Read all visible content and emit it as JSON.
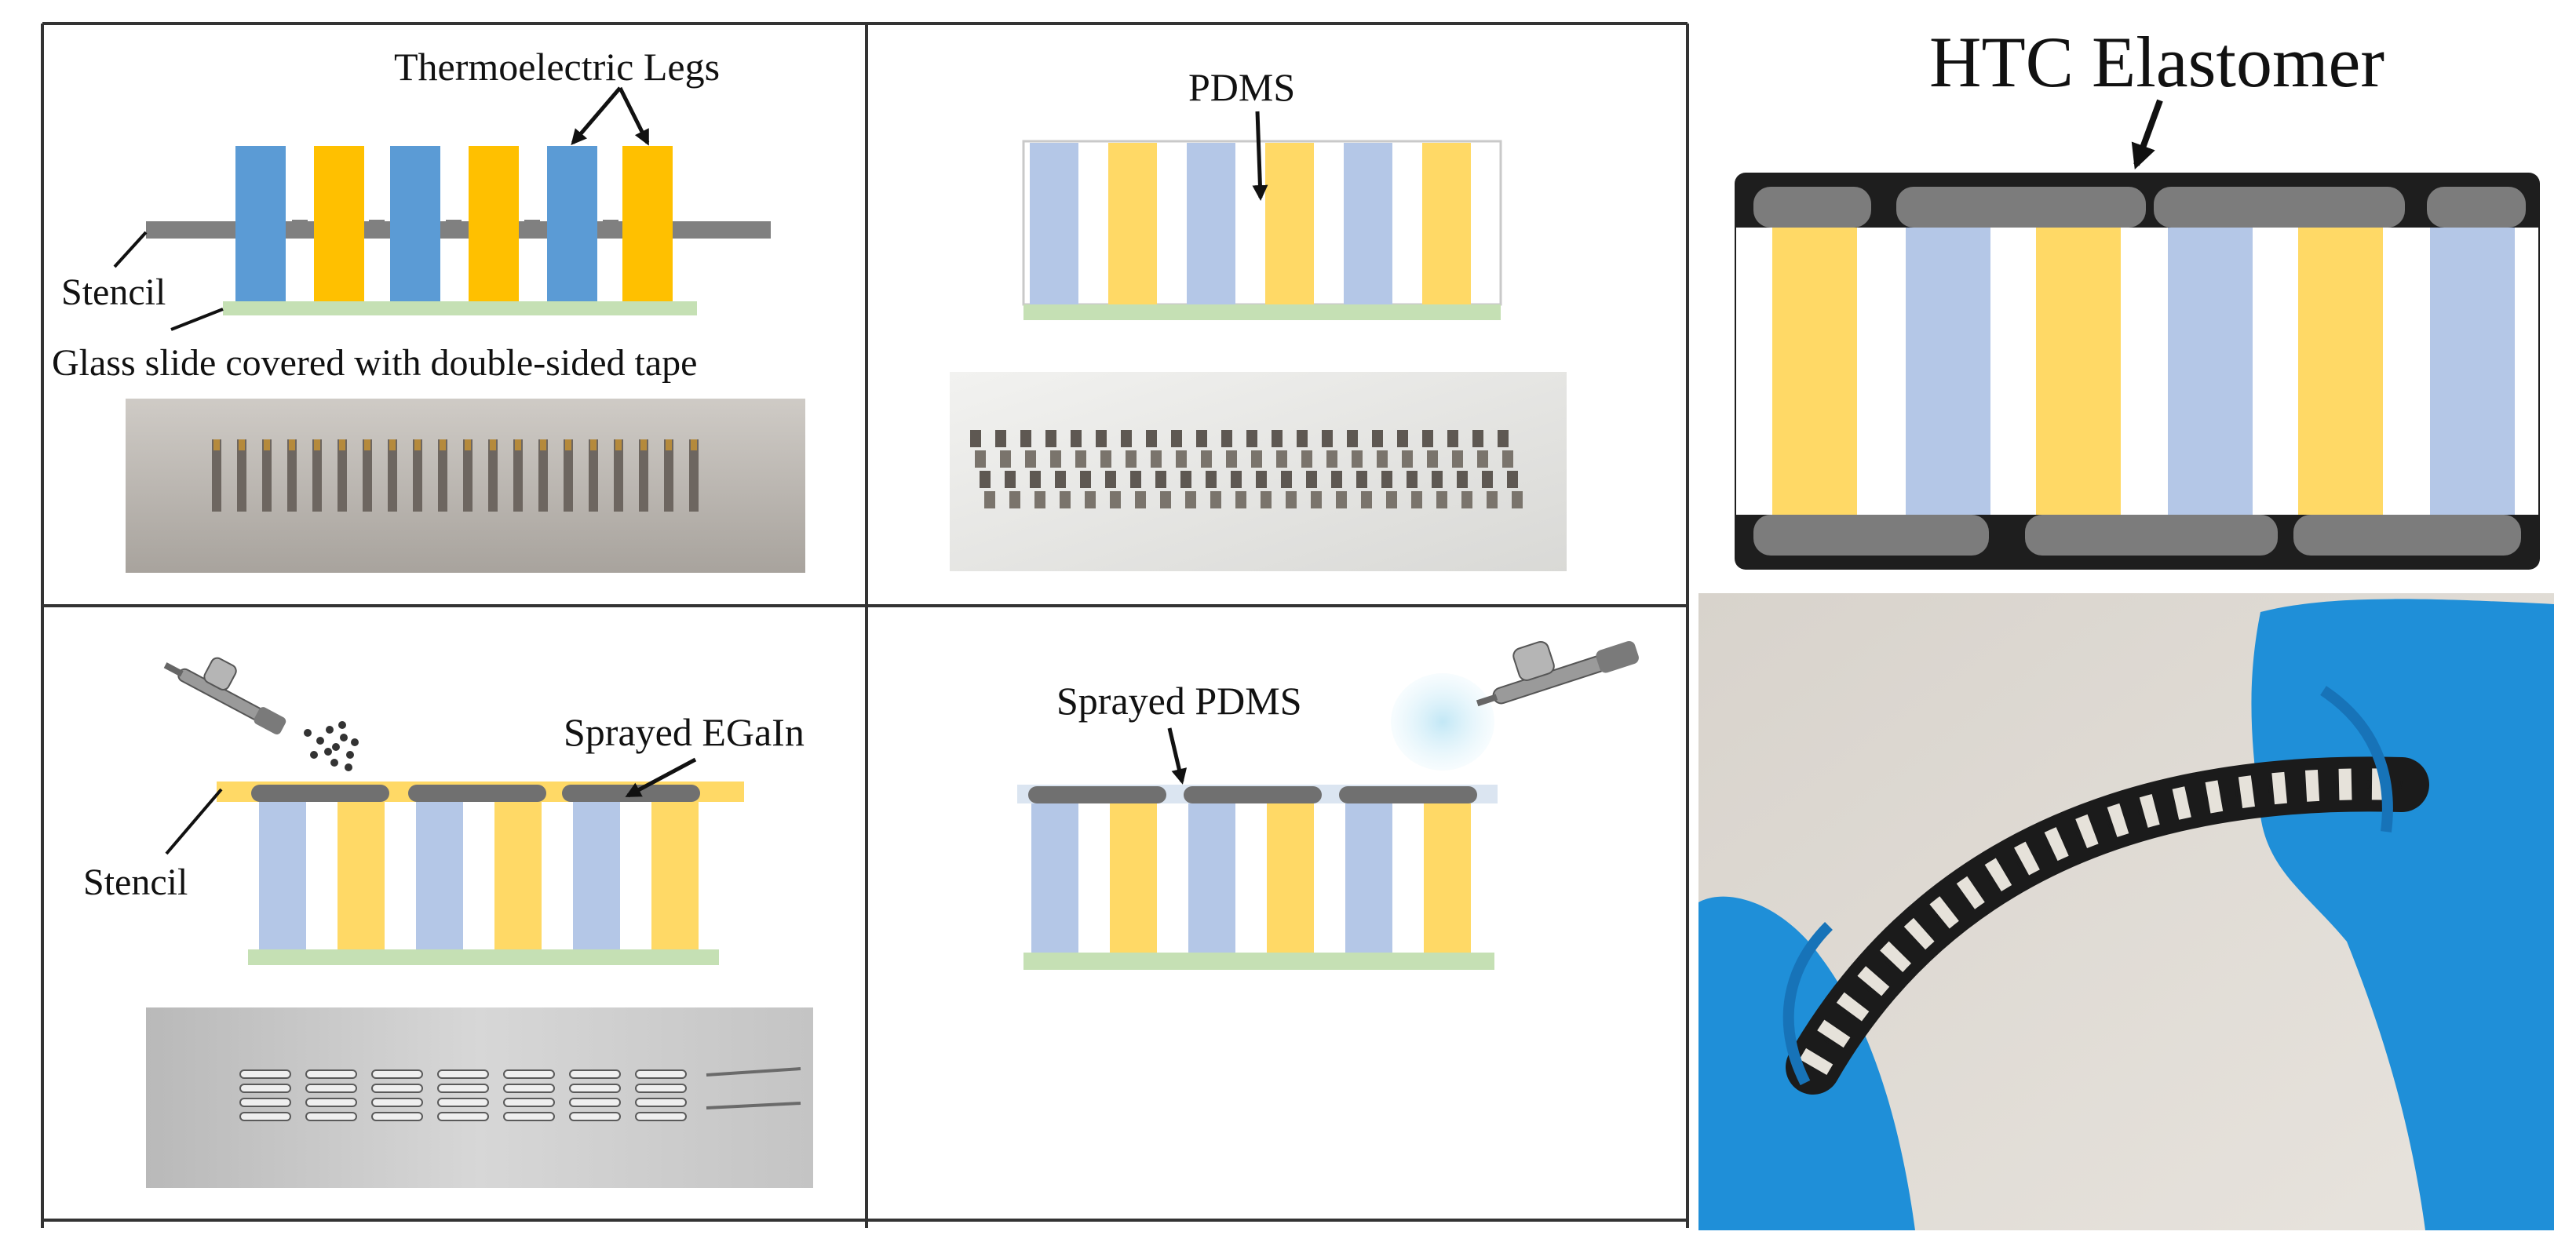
{
  "panels": {
    "top_left": {
      "label_legs": "Thermoelectric Legs",
      "label_stencil": "Stencil",
      "label_glass": "Glass slide covered with double-sided tape"
    },
    "top_middle": {
      "label_pdms": "PDMS"
    },
    "bottom_left": {
      "label_stencil": "Stencil",
      "label_egain": "Sprayed EGaIn"
    },
    "bottom_middle": {
      "label_pdms": "Sprayed PDMS"
    },
    "right": {
      "label_title": "HTC Elastomer"
    }
  },
  "colors": {
    "blue_leg": "#5b9bd5",
    "yellow_leg": "#ffc000",
    "pale_blue": "#b4c7e7",
    "pale_yellow": "#ffd966",
    "green_slide": "#c5e0b4",
    "stencil_gray": "#808080",
    "encap_black": "#1e1e1e",
    "glove_blue": "#1f8fd8"
  },
  "icons": [
    "airbrush-icon",
    "spray-mist-icon",
    "arrow-icon"
  ]
}
